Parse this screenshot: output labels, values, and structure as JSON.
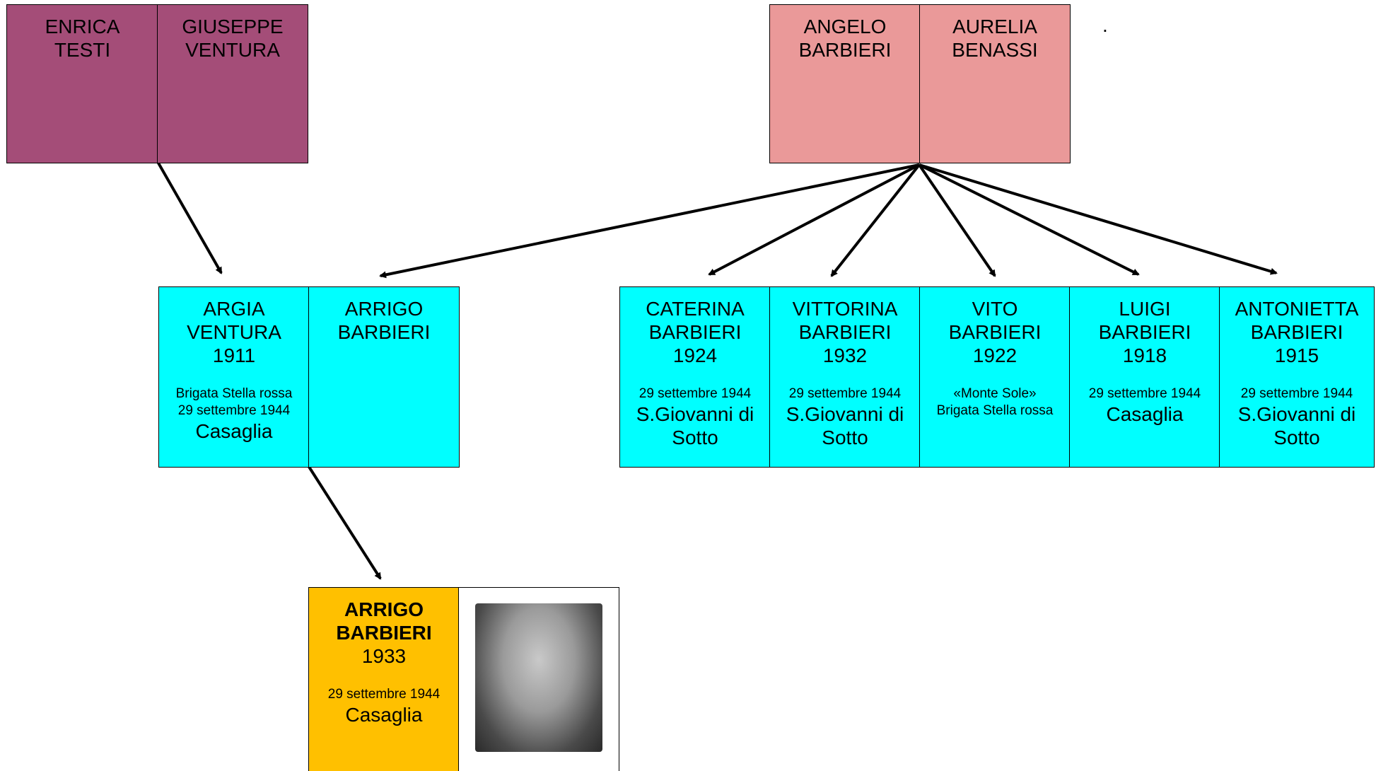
{
  "stray_mark": ".",
  "people": {
    "enrica": {
      "name": "ENRICA\nTESTI"
    },
    "giuseppe": {
      "name": "GIUSEPPE\nVENTURA"
    },
    "angelo": {
      "name": "ANGELO\nBARBIERI"
    },
    "aurelia": {
      "name": "AURELIA\nBENASSI"
    },
    "argia": {
      "name": "ARGIA\nVENTURA",
      "year": "1911",
      "note": "Brigata Stella rossa\n29 settembre 1944",
      "place": "Casaglia"
    },
    "arrigo_sr": {
      "name": "ARRIGO\nBARBIERI"
    },
    "caterina": {
      "name": "CATERINA\nBARBIERI",
      "year": "1924",
      "note": "29 settembre 1944",
      "place": "S.Giovanni di\nSotto"
    },
    "vittorina": {
      "name": "VITTORINA\nBARBIERI",
      "year": "1932",
      "note": "29 settembre 1944",
      "place": "S.Giovanni di\nSotto"
    },
    "vito": {
      "name": "VITO\nBARBIERI",
      "year": "1922",
      "note": "«Monte Sole»\nBrigata Stella rossa"
    },
    "luigi": {
      "name": "LUIGI\nBARBIERI",
      "year": "1918",
      "note": "29 settembre 1944",
      "place": "Casaglia"
    },
    "antonietta": {
      "name": "ANTONIETTA\nBARBIERI",
      "year": "1915",
      "note": "29 settembre 1944",
      "place": "S.Giovanni di\nSotto"
    },
    "arrigo_jr": {
      "name": "ARRIGO\nBARBIERI",
      "year": "1933",
      "note": "29 settembre 1944",
      "place": "Casaglia"
    }
  },
  "colors": {
    "grandparents_ventura": "#a44d78",
    "grandparents_barbieri": "#ea9999",
    "children": "#00ffff",
    "subject": "#ffc000"
  }
}
